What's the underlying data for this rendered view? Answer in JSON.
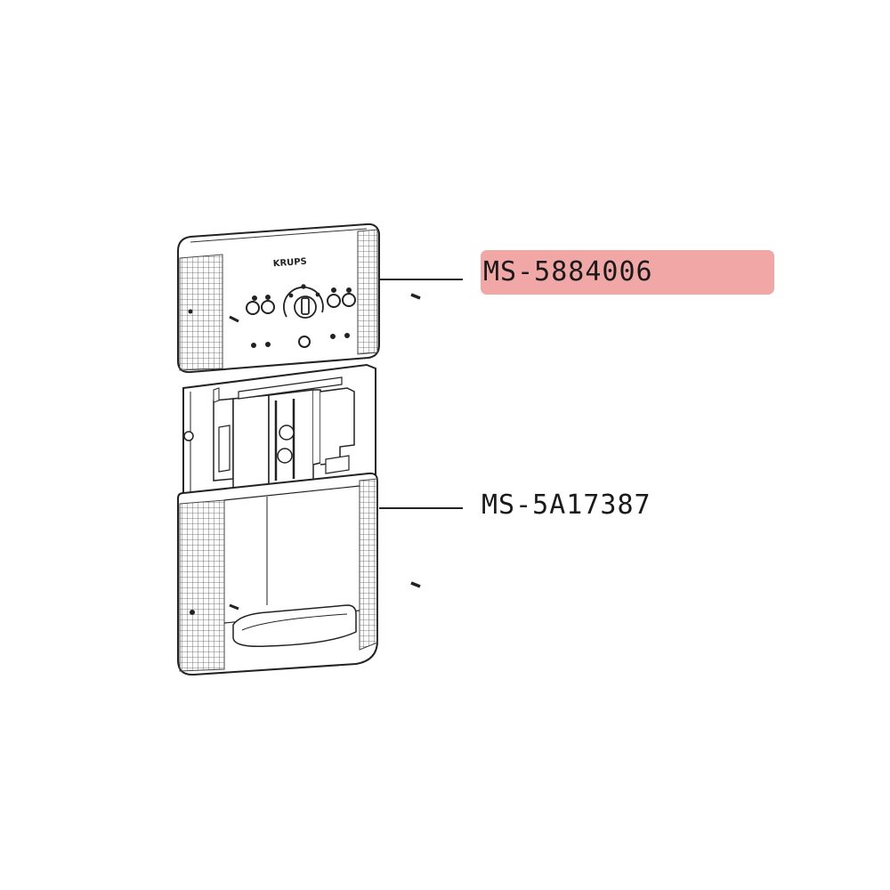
{
  "labels": {
    "top_part": "MS-5884006",
    "bottom_part": "MS-5A17387"
  },
  "panel": {
    "brand": "KRUPS"
  },
  "colors": {
    "highlight_fill": "#f2a7a7",
    "line": "#222222",
    "label_text": "#1a1a1a"
  }
}
